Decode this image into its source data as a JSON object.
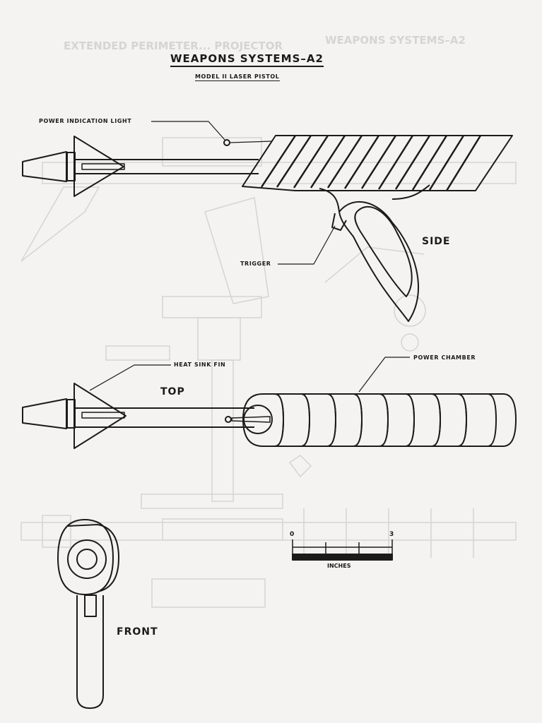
{
  "title": "WEAPONS SYSTEMS–A2",
  "subtitle": "MODEL II LASER PISTOL",
  "callouts": {
    "power_indication_light": "POWER INDICATION LIGHT",
    "trigger": "TRIGGER",
    "heat_sink_fin": "HEAT SINK FIN",
    "power_chamber": "POWER CHAMBER"
  },
  "views": {
    "side": "SIDE",
    "top": "TOP",
    "front": "FRONT"
  },
  "scale": {
    "start": "0",
    "end": "3",
    "unit": "INCHES"
  },
  "ghost_text": {
    "top_title": "WEAPONS SYSTEMS–A2",
    "mirrored_title": "EXTENDED PERIMETER... PROJECTOR"
  },
  "colors": {
    "paper": "#f4f3f1",
    "ink": "#1b1b1b"
  }
}
